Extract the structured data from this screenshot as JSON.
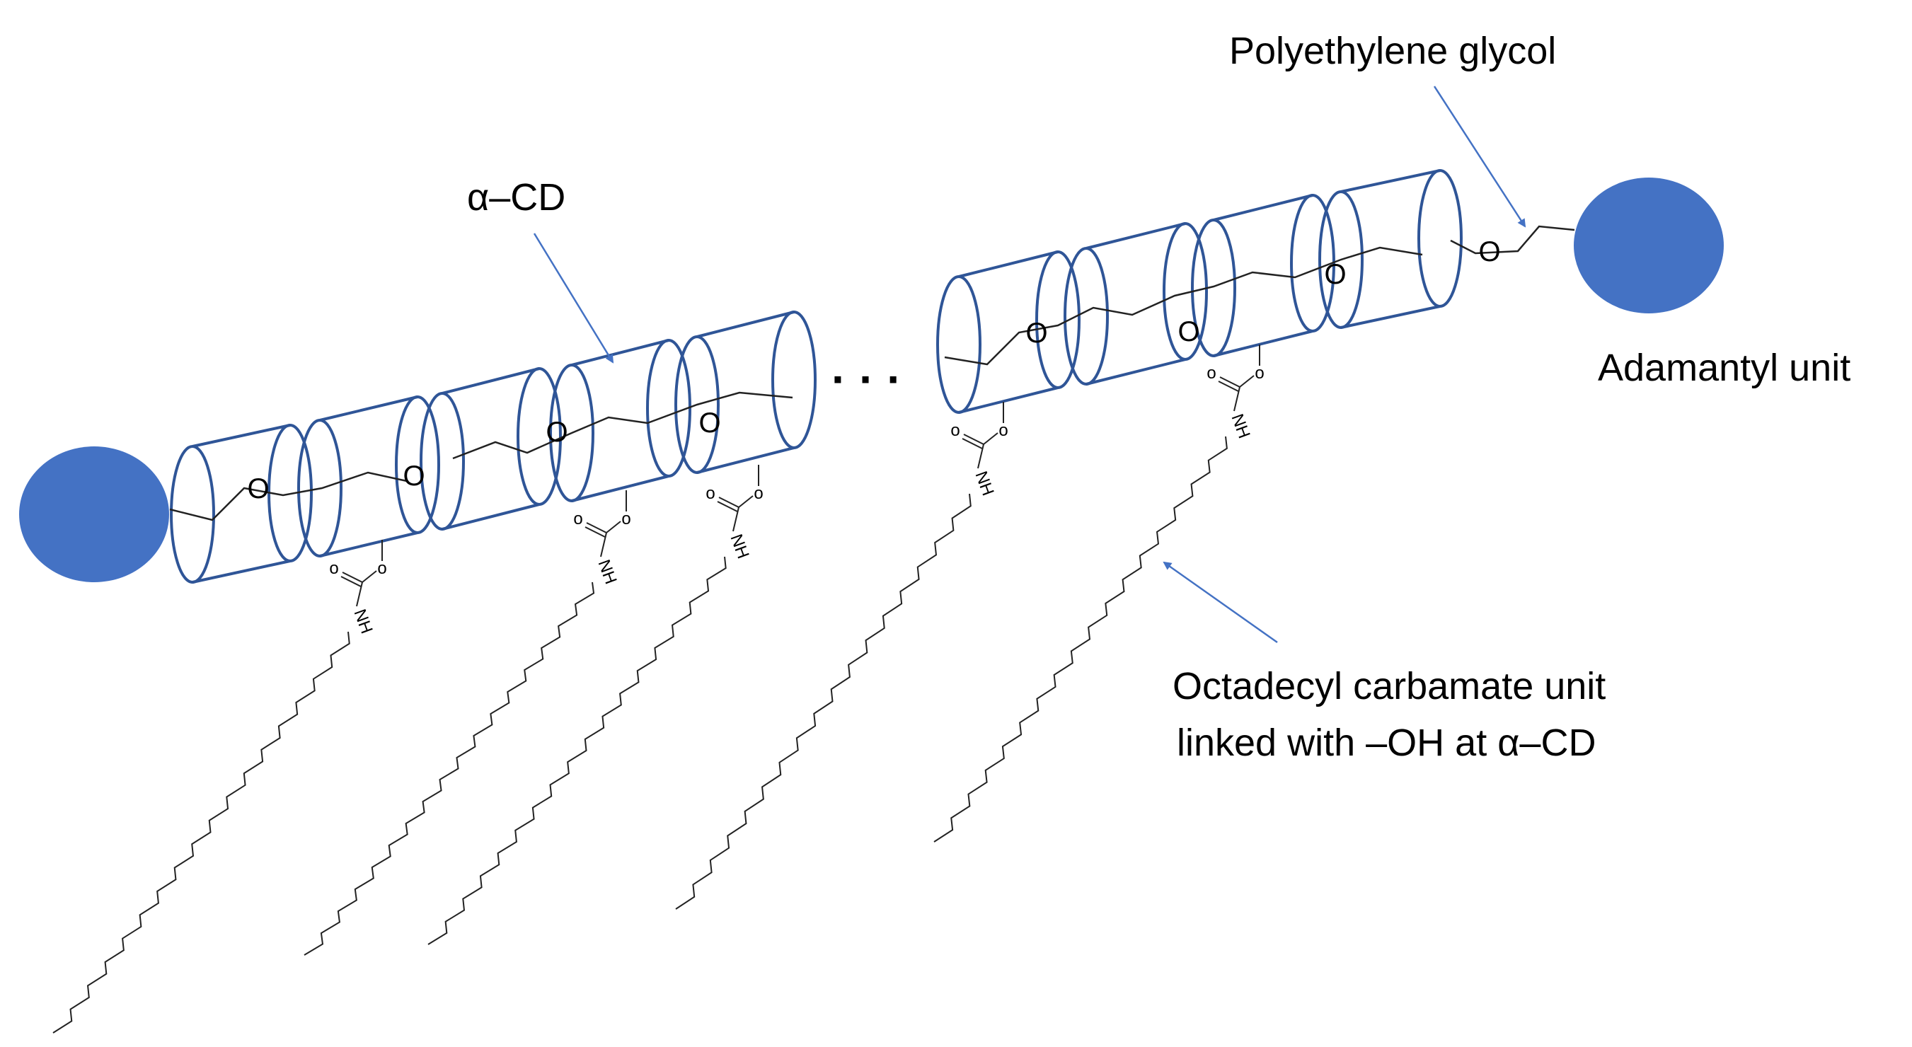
{
  "labels": {
    "alpha_cd": "α–CD",
    "peg": "Polyethylene glycol",
    "adamantyl": "Adamantyl unit",
    "octadecyl_line1": "Octadecyl carbamate unit",
    "octadecyl_line2": "linked with –OH at α–CD",
    "ellipsis": "· · ·",
    "oxygen": "O",
    "carbamate_o": "o",
    "nh": "NH"
  },
  "colors": {
    "ring_stroke": "#2F5597",
    "stopper_fill": "#4472C4",
    "arrow": "#4472C4",
    "bond": "#222222"
  }
}
